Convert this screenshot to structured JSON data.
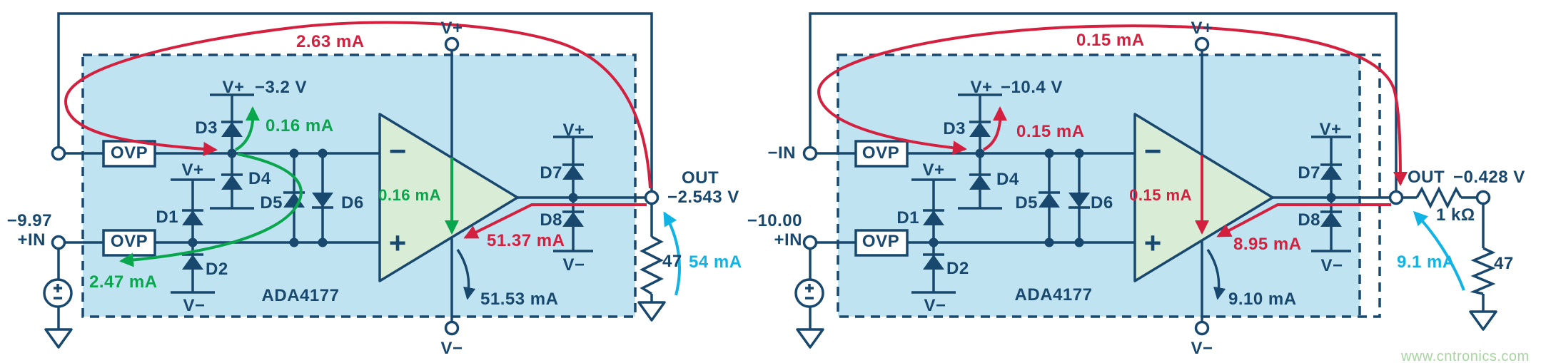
{
  "colors": {
    "wire_navy": "#18486e",
    "current_red": "#d4203f",
    "current_green": "#0aa64d",
    "current_cyan": "#11b3e4",
    "ic_fill": "#bfe3f1",
    "opamp_fill": "#d9ecd5",
    "watermark_green": "#a6d6a0"
  },
  "watermark": "www.cntronics.com",
  "circuits": [
    {
      "chip": "ADA4177",
      "vplus": "V+",
      "vminus": "V−",
      "ovp": "OVP",
      "opamp_minus": "−",
      "opamp_plus": "+",
      "in_pos_value": "−9.97",
      "in_pos_label": "+IN",
      "clamp_voltage": "−3.2 V",
      "out_label": "OUT",
      "out_voltage": "−2.543 V",
      "load_resistor": "47",
      "diodes": {
        "d1": "D1",
        "d2": "D2",
        "d3": "D3",
        "d4": "D4",
        "d5": "D5",
        "d6": "D6",
        "d7": "D7",
        "d8": "D8"
      },
      "currents": {
        "feedback": "2.63 mA",
        "clamp": "0.16 mA",
        "input_return": "2.47 mA",
        "internal": "0.16 mA",
        "output_stage": "51.37 mA",
        "negative_supply": "51.53 mA",
        "load": "54 mA"
      }
    },
    {
      "chip": "ADA4177",
      "vplus": "V+",
      "vminus": "V−",
      "ovp": "OVP",
      "opamp_minus": "−",
      "opamp_plus": "+",
      "in_neg_label": "−IN",
      "in_pos_value": "−10.00",
      "in_pos_label": "+IN",
      "clamp_voltage": "−10.4 V",
      "out_label": "OUT",
      "out_voltage": "−0.428 V",
      "series_resistor": "1 kΩ",
      "load_resistor": "47",
      "diodes": {
        "d1": "D1",
        "d2": "D2",
        "d3": "D3",
        "d4": "D4",
        "d5": "D5",
        "d6": "D6",
        "d7": "D7",
        "d8": "D8"
      },
      "currents": {
        "feedback": "0.15 mA",
        "clamp": "0.15 mA",
        "internal": "0.15 mA",
        "output_stage": "8.95 mA",
        "negative_supply": "9.10 mA",
        "load": "9.1 mA"
      }
    }
  ]
}
